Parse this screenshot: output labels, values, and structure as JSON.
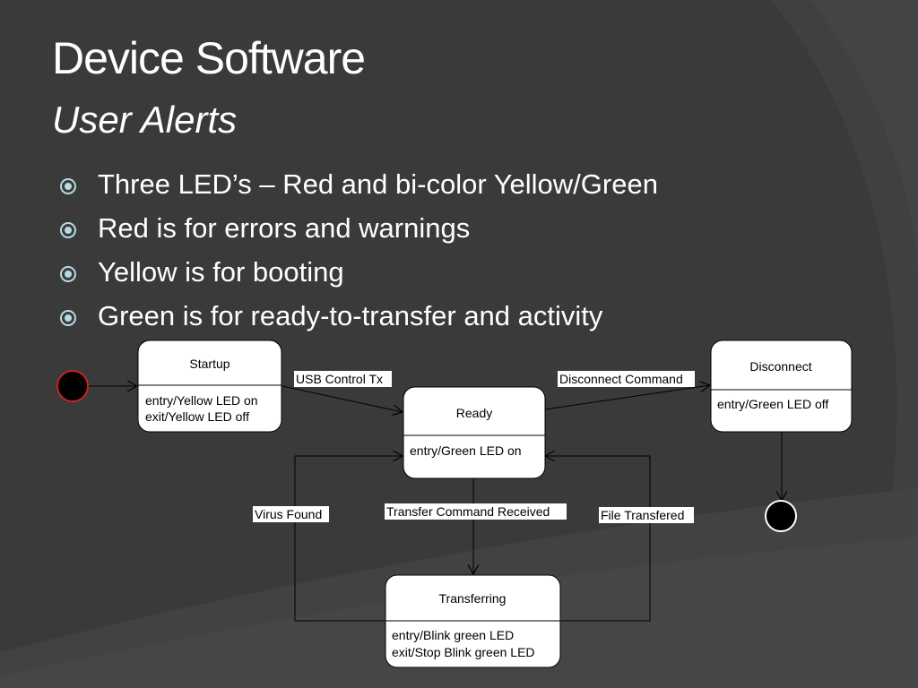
{
  "slide": {
    "title": "Device Software",
    "subtitle": "User Alerts",
    "bullets": [
      "Three LED’s – Red and bi-color Yellow/Green",
      "Red is for errors and warnings",
      "Yellow is for booting",
      "Green is for ready-to-transfer and activity"
    ]
  },
  "colors": {
    "background": "#3a3a3a",
    "bullet": "#b7dbe3",
    "initial_node_border": "#cc2222"
  },
  "diagram": {
    "states": {
      "startup": {
        "name": "Startup",
        "lines": [
          "entry/Yellow LED on",
          "exit/Yellow LED off"
        ]
      },
      "ready": {
        "name": "Ready",
        "lines": [
          "entry/Green LED on"
        ]
      },
      "disconnect": {
        "name": "Disconnect",
        "lines": [
          "entry/Green LED off"
        ]
      },
      "transferring": {
        "name": "Transferring",
        "lines": [
          "entry/Blink green LED",
          "exit/Stop Blink green LED"
        ]
      }
    },
    "transitions": {
      "usb_control_tx": "USB Control Tx",
      "disconnect_command": "Disconnect Command",
      "transfer_command_received": "Transfer Command Received",
      "virus_found": "Virus Found",
      "file_transfered": "File Transfered"
    }
  }
}
